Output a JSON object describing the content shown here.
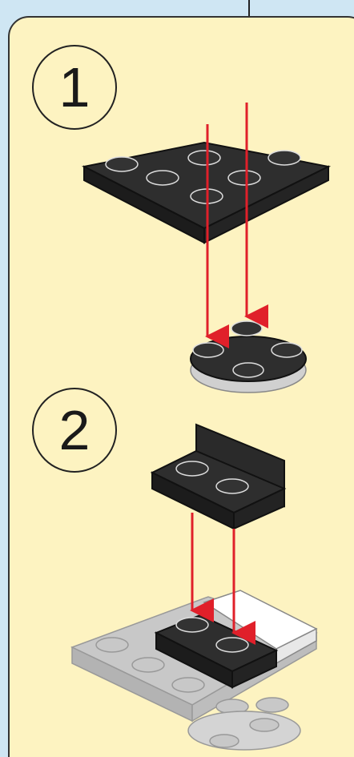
{
  "steps": [
    {
      "number": "1"
    },
    {
      "number": "2"
    }
  ],
  "colors": {
    "panel": "#fdf3c1",
    "background": "#cfe6f3",
    "brick_dark": "#2b2b2b",
    "brick_grey": "#c8c8c8",
    "arrow": "#e0202a"
  },
  "icons": {
    "arrow": "red-down-arrow",
    "brick": "lego-brick"
  }
}
